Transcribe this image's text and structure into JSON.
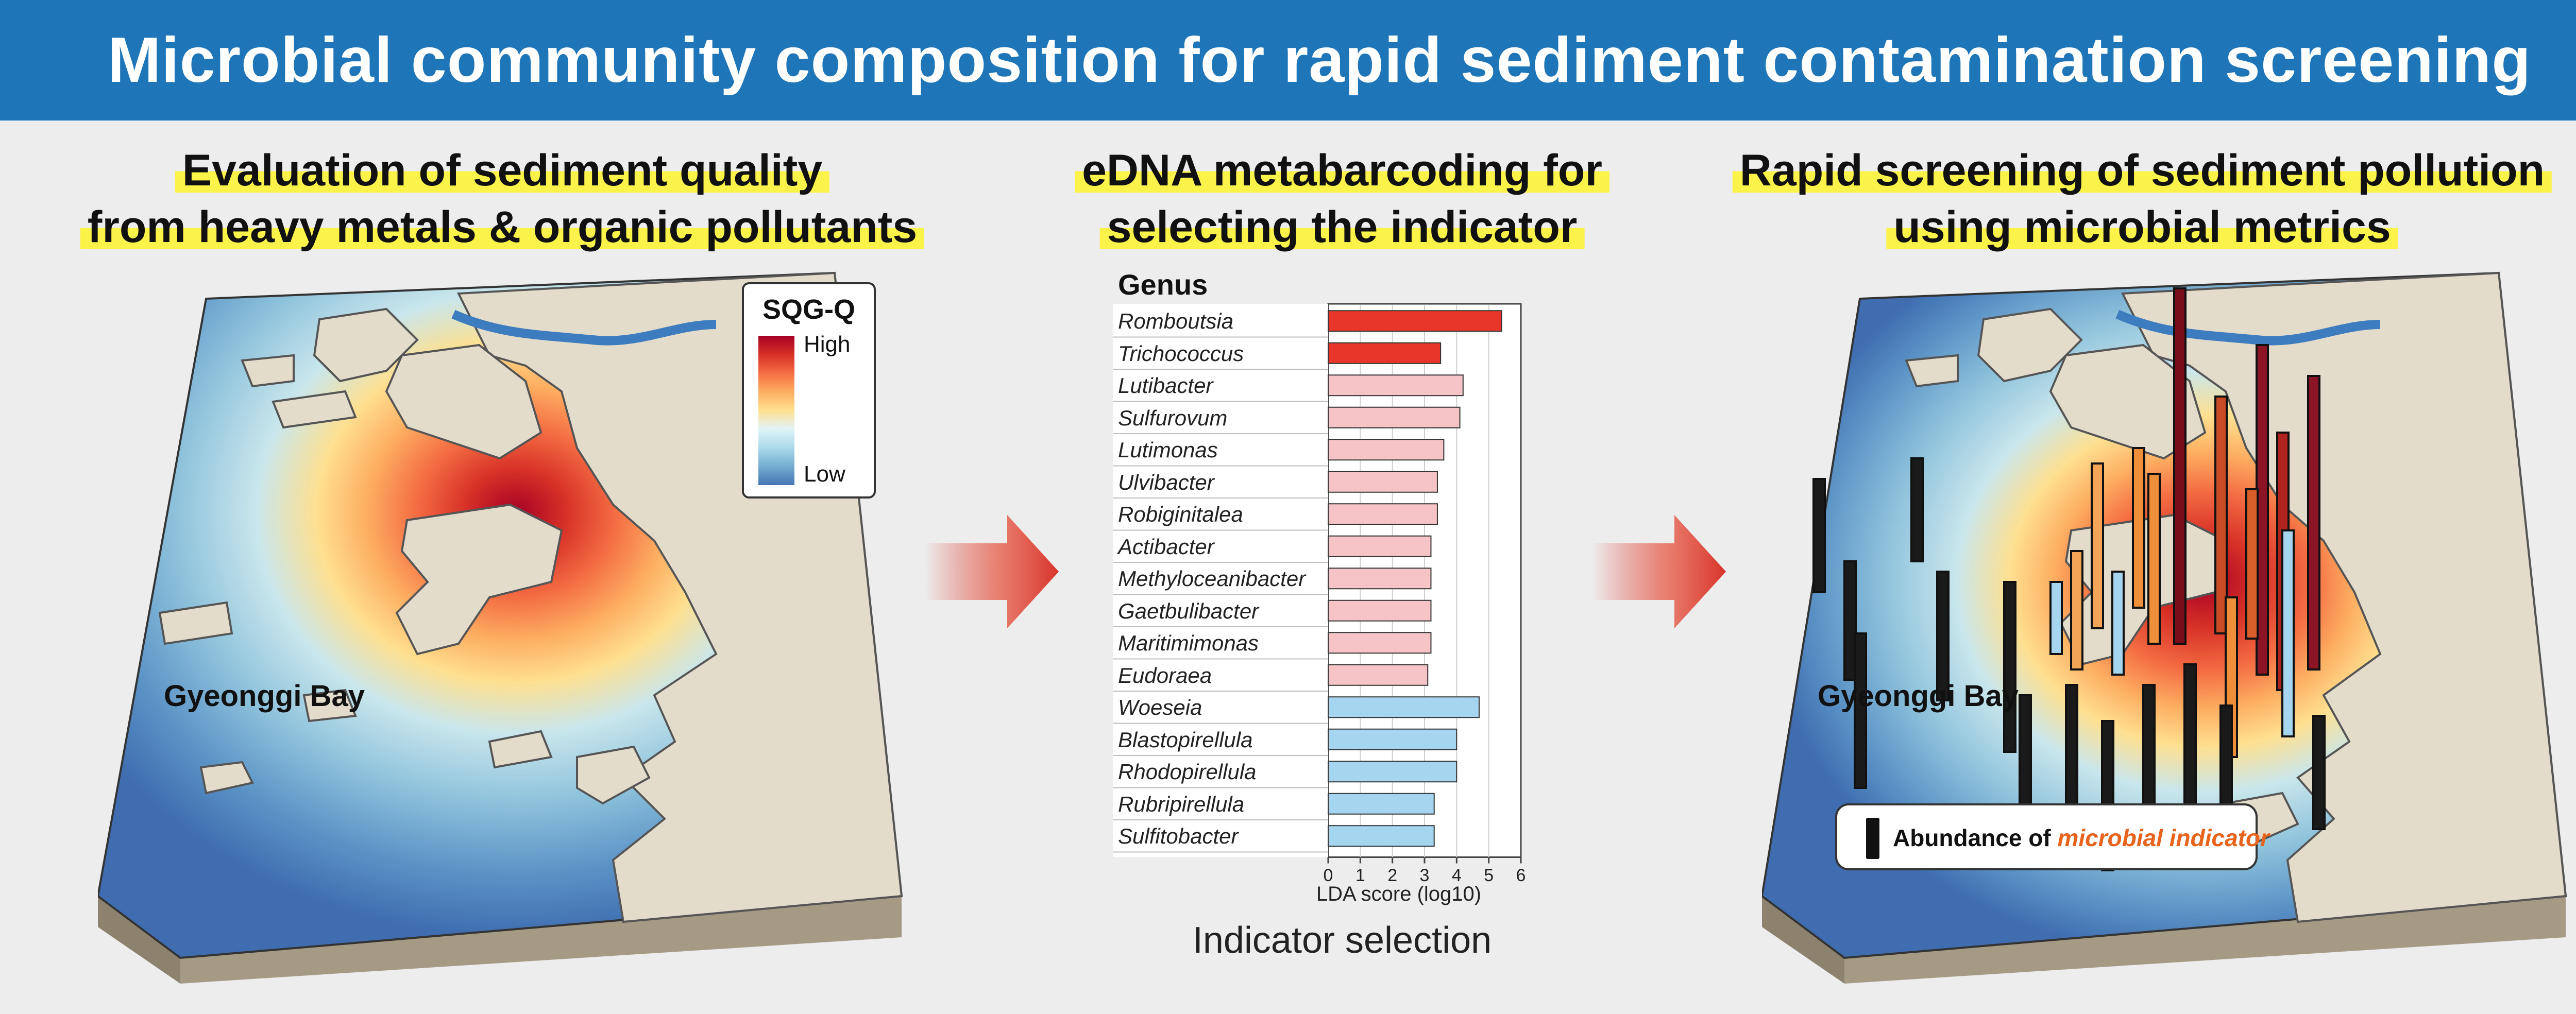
{
  "banner": {
    "title": "Microbial community composition for rapid sediment contamination screening",
    "bg_color": "#1e76b9"
  },
  "left_panel": {
    "heading_line1": "Evaluation of sediment quality",
    "heading_line2": "from heavy metals & organic pollutants",
    "legend_title": "SQG-Q",
    "legend_high": "High",
    "legend_low": "Low",
    "place_label": "Gyeonggi Bay"
  },
  "middle_panel": {
    "heading_line1": "eDNA metabarcoding for",
    "heading_line2": "selecting the indicator",
    "caption": "Indicator selection"
  },
  "right_panel": {
    "heading_line1": "Rapid screening of sediment pollution",
    "heading_line2": "using microbial metrics",
    "place_label": "Gyeonggi Bay",
    "legend_prefix": "Abundance of ",
    "legend_emphasis": "microbial indicator"
  },
  "colors": {
    "highlight": "#fcf34a",
    "bar_red": "#e8372a",
    "bar_pink": "#f6c3c6",
    "bar_blue": "#a6d6ef",
    "arrow": "#d9342b"
  },
  "chart_data": {
    "type": "bar",
    "orientation": "horizontal",
    "category_header": "Genus",
    "xlabel": "LDA score (log10)",
    "xlim": [
      0,
      6
    ],
    "xticks": [
      "0",
      "1",
      "2",
      "3",
      "4",
      "5",
      "6"
    ],
    "grid": true,
    "categories": [
      "Romboutsia",
      "Trichococcus",
      "Lutibacter",
      "Sulfurovum",
      "Lutimonas",
      "Ulvibacter",
      "Robiginitalea",
      "Actibacter",
      "Methyloceanibacter",
      "Gaetbulibacter",
      "Maritimimonas",
      "Eudoraea",
      "Woeseia",
      "Blastopirellula",
      "Rhodopirellula",
      "Rubripirellula",
      "Sulfitobacter"
    ],
    "values": [
      5.4,
      3.5,
      4.2,
      4.1,
      3.6,
      3.4,
      3.4,
      3.2,
      3.2,
      3.2,
      3.2,
      3.1,
      4.7,
      4.0,
      4.0,
      3.3,
      3.3
    ],
    "groups": [
      "red",
      "red",
      "pink",
      "pink",
      "pink",
      "pink",
      "pink",
      "pink",
      "pink",
      "pink",
      "pink",
      "pink",
      "blue",
      "blue",
      "blue",
      "blue",
      "blue"
    ]
  }
}
